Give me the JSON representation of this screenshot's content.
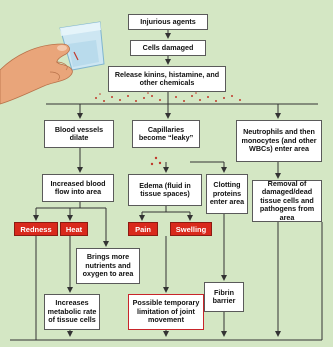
{
  "title_box": "Injurious agents",
  "step_cells": "Cells damaged",
  "step_release": "Release kinins, histamine, and other chemicals",
  "branches": {
    "vessels": "Blood vessels dilate",
    "capillaries": "Capillaries become “leaky”",
    "neutrophils": "Neutrophils and then monocytes (and other WBCs) enter area"
  },
  "mid": {
    "blood_flow": "Increased blood flow into area",
    "edema": "Edema (fluid in tissue spaces)",
    "clotting": "Clotting proteins enter area",
    "removal": "Removal of damaged/dead tissue cells and pathogens from area"
  },
  "signs": {
    "redness": "Redness",
    "heat": "Heat",
    "pain": "Pain",
    "swelling": "Swelling"
  },
  "lower": {
    "nutrients": "Brings more nutrients and oxygen to area",
    "fibrin": "Fibrin barrier",
    "metabolic": "Increases metabolic rate of tissue cells",
    "limitation": "Possible temporary limitation of joint movement"
  },
  "colors": {
    "background": "#d4e7c4",
    "sign_red": "#d9291c",
    "arrow": "#333333",
    "chem_dots": "#c0392b",
    "emphasis_border": "#c8252a"
  }
}
